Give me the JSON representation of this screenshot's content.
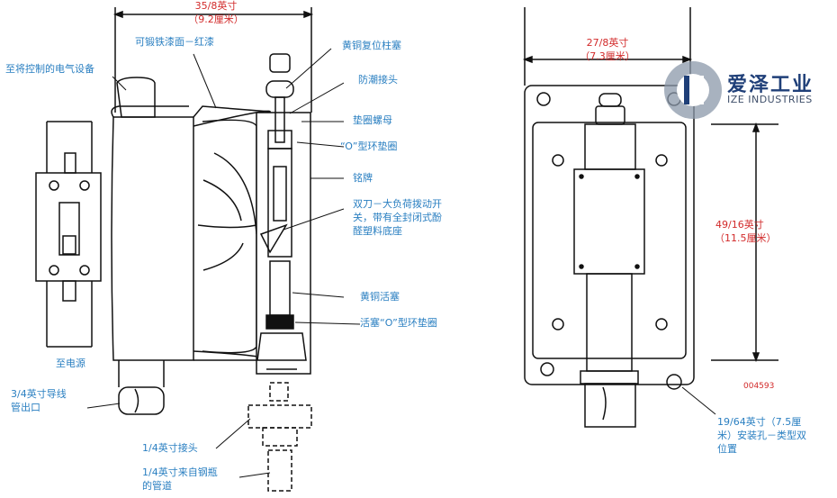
{
  "logo": {
    "cn": "爱泽工业",
    "en": "IZE INDUSTRIES",
    "colors": {
      "navy": "#1f3f78",
      "gray": "#8b98aa"
    }
  },
  "figure_code": "004593",
  "left_view": {
    "dim_width": {
      "line1": "35/8英寸",
      "line2": "（9.2厘米）"
    },
    "labels": {
      "paint": "可锻铁漆面－红漆",
      "control": "至将控制的电气设备",
      "power": "至电源",
      "conduit_l1": "3/4英寸导线",
      "conduit_l2": "管出口",
      "reset": "黄铜复位柱塞",
      "moisture": "防潮接头",
      "gasket_nut": "垫圈螺母",
      "oring": "“O”型环垫圈",
      "nameplate": "铭牌",
      "switch_l1": "双刀－大负荷拨动开",
      "switch_l2": "关，带有全封闭式酚",
      "switch_l3": "醛塑料底座",
      "piston": "黄铜活塞",
      "piston_oring": "活塞“O”型环垫圈",
      "fitting": "1/4英寸接头",
      "pipe_l1": "1/4英寸来自钢瓶",
      "pipe_l2": "的管道"
    }
  },
  "right_view": {
    "dim_width": {
      "line1": "27/8英寸",
      "line2": "（7.3厘米）"
    },
    "dim_height": {
      "line1": "49/16英寸",
      "line2": "（11.5厘米）"
    },
    "hole_l1": "19/64英寸（7.5厘",
    "hole_l2": "米）安装孔－类型双",
    "hole_l3": "位置"
  },
  "colors": {
    "label": "#2a7fc1",
    "dimension": "#d22a2a",
    "line": "#111111"
  }
}
